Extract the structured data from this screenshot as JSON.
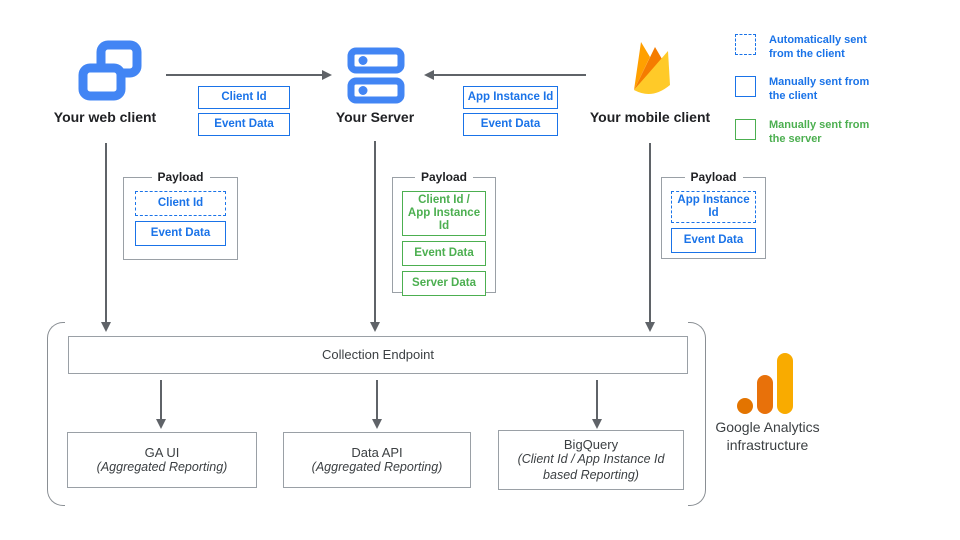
{
  "clients": {
    "web": {
      "label": "Your web client"
    },
    "server": {
      "label": "Your Server"
    },
    "mobile": {
      "label": "Your mobile client"
    }
  },
  "flow_tags": {
    "web_to_server": [
      {
        "label": "Client Id"
      },
      {
        "label": "Event Data"
      }
    ],
    "mobile_to_server": [
      {
        "label": "App Instance Id"
      },
      {
        "label": "Event Data"
      }
    ]
  },
  "legend": {
    "items": [
      {
        "label": "Automatically sent from the client",
        "style": "dashed-blue"
      },
      {
        "label": "Manually sent from the client",
        "style": "solid-blue"
      },
      {
        "label": "Manually sent from the server",
        "style": "solid-green"
      }
    ]
  },
  "payloads": {
    "web": {
      "title": "Payload",
      "items": [
        {
          "label": "Client Id",
          "style": "dashed-blue"
        },
        {
          "label": "Event Data",
          "style": "solid-blue"
        }
      ]
    },
    "server": {
      "title": "Payload",
      "items": [
        {
          "label": "Client Id / App Instance Id",
          "style": "solid-green"
        },
        {
          "label": "Event Data",
          "style": "solid-green"
        },
        {
          "label": "Server Data",
          "style": "solid-green"
        }
      ]
    },
    "mobile": {
      "title": "Payload",
      "items": [
        {
          "label": "App Instance Id",
          "style": "dashed-blue"
        },
        {
          "label": "Event Data",
          "style": "solid-blue"
        }
      ]
    }
  },
  "infrastructure": {
    "endpoint": "Collection Endpoint",
    "outputs": [
      {
        "title": "GA UI",
        "subtitle": "(Aggregated Reporting)"
      },
      {
        "title": "Data API",
        "subtitle": "(Aggregated Reporting)"
      },
      {
        "title": "BigQuery",
        "subtitle": "(Client Id / App Instance Id based Reporting)"
      }
    ],
    "brand": "Google Analytics infrastructure"
  },
  "colors": {
    "blue_text": "#1a73e8",
    "icon_blue": "#4285f4",
    "green": "#4caf50",
    "arrow_gray": "#5f6368",
    "border_gray": "#9aa0a6",
    "text_gray": "#3c4043",
    "firebase_yellow": "#FFCA28",
    "firebase_orange": "#F57C00",
    "firebase_amber": "#FFA000",
    "ga_yellow": "#F9AB00",
    "ga_orange": "#E37400"
  }
}
